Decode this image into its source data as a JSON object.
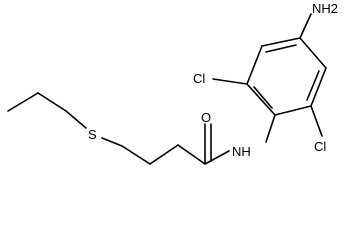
{
  "molecule": {
    "atoms": {
      "s": "S",
      "nh": "NH",
      "o": "O",
      "cl_top": "Cl",
      "cl_bottom": "Cl",
      "nh2": "NH2"
    }
  },
  "colors": {
    "bond": "#000000",
    "label": "#000000",
    "background": "#ffffff"
  }
}
